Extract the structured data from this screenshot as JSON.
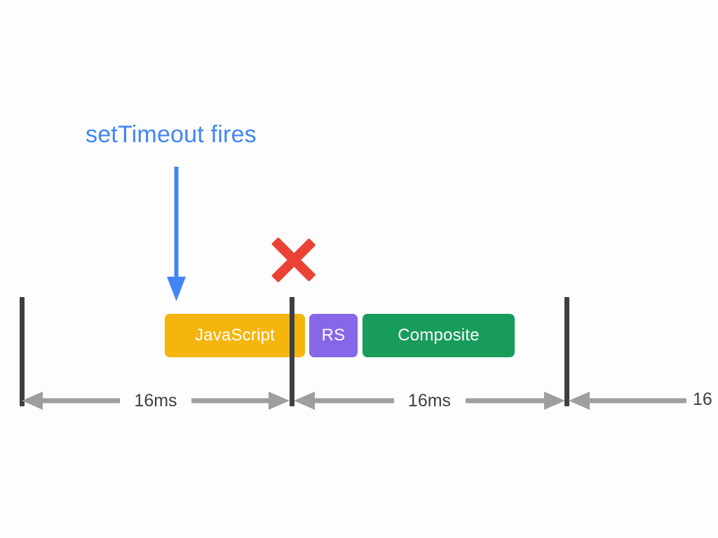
{
  "diagram": {
    "title_annotation": "setTimeout fires",
    "annotation_color": "#4285f4",
    "background": "#fdfdfd",
    "missed_frame_marker": {
      "icon": "red-x-icon",
      "color": "#ea4335",
      "meaning": "missed frame"
    },
    "blocks": [
      {
        "label": "JavaScript",
        "color": "#f5b50c",
        "text_color": "#ffffff"
      },
      {
        "label": "RS",
        "color": "#8667e8",
        "text_color": "#ffffff"
      },
      {
        "label": "Composite",
        "color": "#179c5b",
        "text_color": "#ffffff"
      }
    ],
    "frame_markers": [
      {
        "label": "16ms"
      },
      {
        "label": "16ms"
      },
      {
        "label": "16"
      }
    ],
    "tick_color": "#3c4043",
    "arrow_color": "#9e9e9e",
    "arrow_label_color": "#3c4043"
  }
}
